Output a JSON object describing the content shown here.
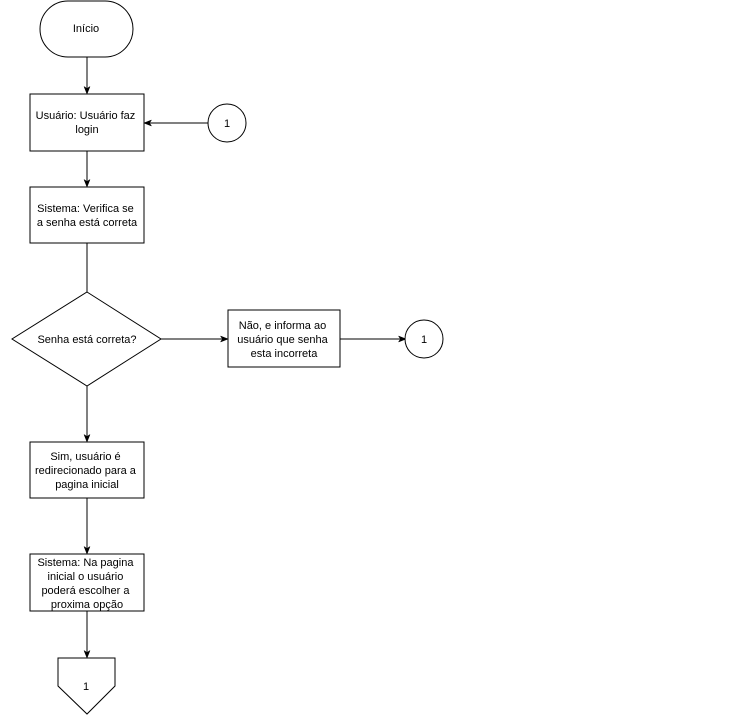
{
  "flowchart": {
    "start": {
      "label": "Início"
    },
    "login": {
      "lines": [
        "Usuário: Usuário faz",
        "login"
      ]
    },
    "connector_login": {
      "label": "1"
    },
    "verify": {
      "lines": [
        "Sistema: Verifica se",
        "a senha está correta"
      ]
    },
    "decision": {
      "label": "Senha está correta?"
    },
    "no_branch": {
      "lines": [
        "Não, e informa ao",
        "usuário que senha",
        "esta incorreta"
      ]
    },
    "connector_no": {
      "label": "1"
    },
    "yes_branch": {
      "lines": [
        "Sim, usuário é",
        "redirecionado para a",
        "pagina inicial"
      ]
    },
    "home": {
      "lines": [
        "Sistema: Na pagina",
        "inicial o usuário",
        "poderá escolher a",
        "proxima opção"
      ]
    },
    "offpage": {
      "label": "1"
    }
  }
}
